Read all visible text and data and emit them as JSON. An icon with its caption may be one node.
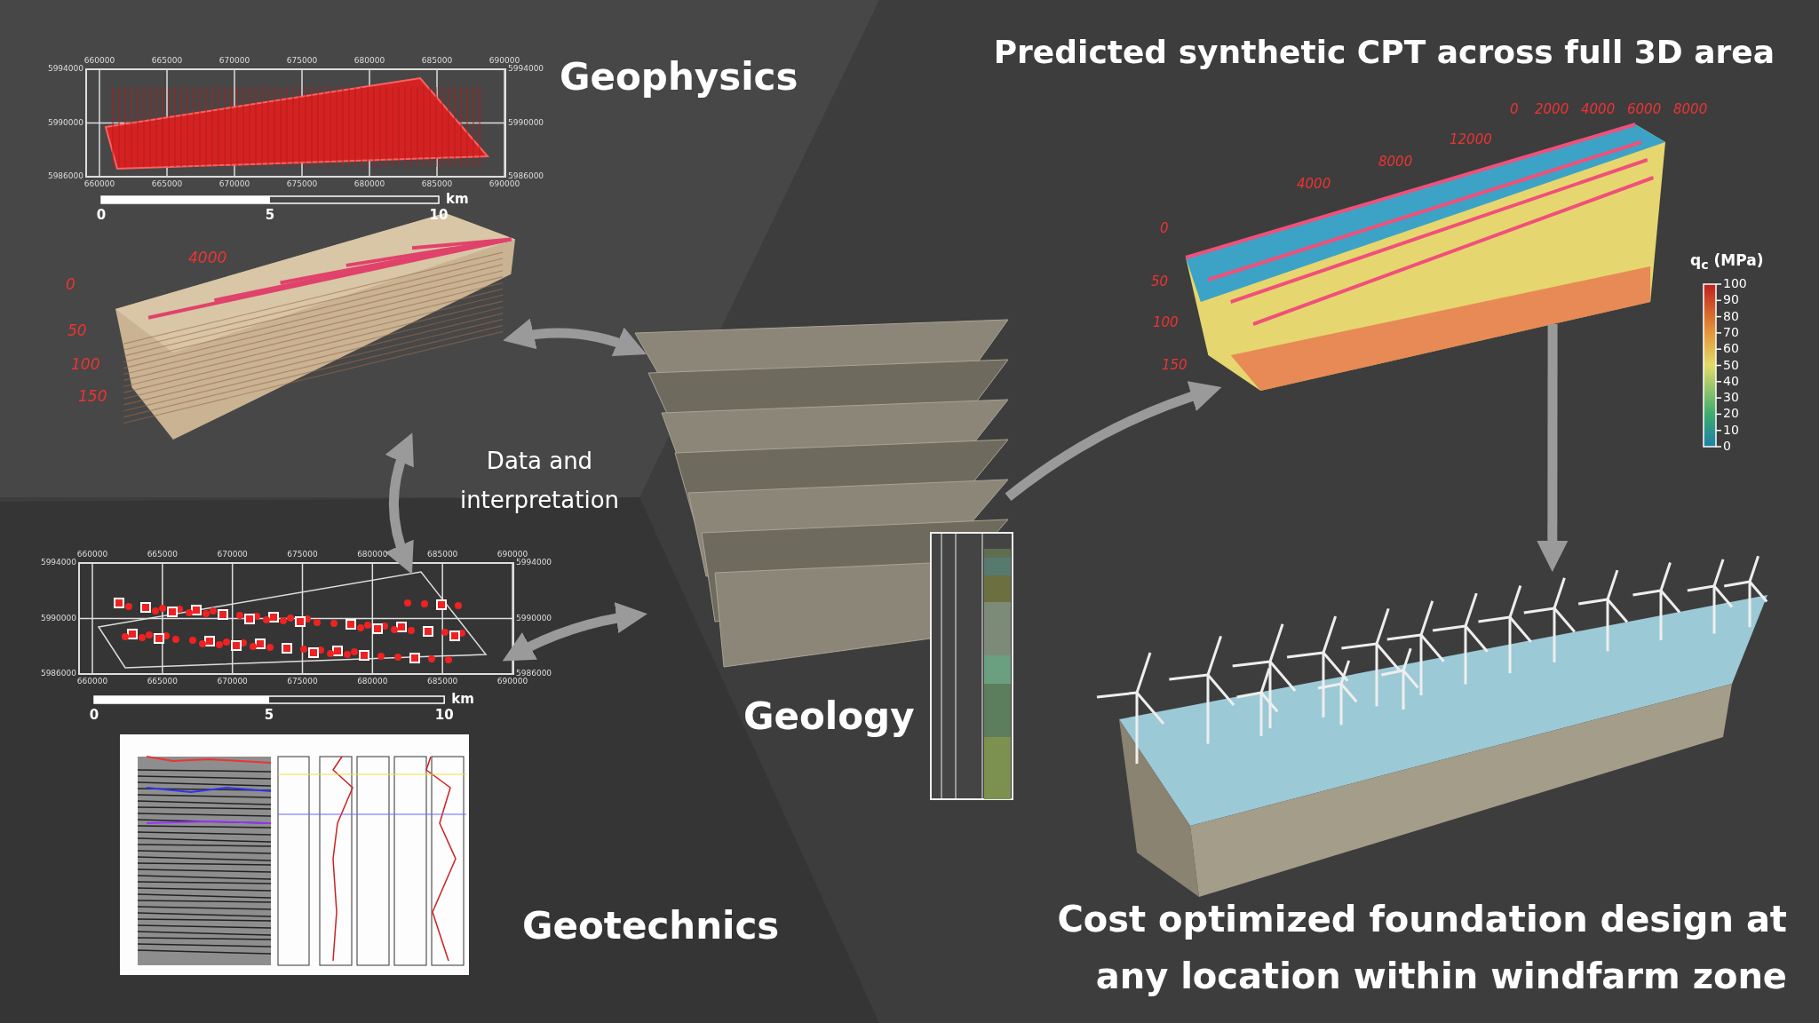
{
  "diagram": {
    "nodes": [
      {
        "text": [],
        "shape": "picture",
        "beside": [
          "Geophysics"
        ]
      },
      {
        "text": [],
        "shape": "picture"
      },
      {
        "text": [],
        "shape": "picture"
      },
      {
        "text": [],
        "shape": "picture",
        "beside": [
          "Geotechnics"
        ]
      },
      {
        "text": [],
        "shape": "picture",
        "beside": [
          "Geology"
        ]
      },
      {
        "text": [],
        "shape": "picture"
      },
      {
        "text": [],
        "shape": "picture",
        "beside": [
          "Predicted synthetic CPT across full 3D area"
        ]
      },
      {
        "text": [],
        "shape": "picture",
        "beside": [
          "Cost optimized foundation design at any location within windfarm zone"
        ]
      }
    ],
    "edges": [
      {
        "from": 1,
        "to": 4,
        "arrow": "both"
      },
      {
        "from": 1,
        "to": 2,
        "arrow": "both"
      },
      {
        "from": 2,
        "to": 4,
        "arrow": "both"
      },
      {
        "from": 4,
        "to": 6,
        "arrow": "to"
      },
      {
        "from": 6,
        "to": 7,
        "arrow": "to"
      }
    ],
    "labels": [
      "660000",
      "665000",
      "670000",
      "675000",
      "680000",
      "685000",
      "690000",
      "5994000",
      "5994000",
      "5990000",
      "5990000",
      "5986000",
      "5986000",
      "660000",
      "665000",
      "670000",
      "675000",
      "680000",
      "685000",
      "690000",
      "0",
      "5",
      "10",
      "km",
      "0",
      "4000",
      "50",
      "100",
      "150",
      "Data and interpretation",
      "660000",
      "665000",
      "670000",
      "675000",
      "680000",
      "685000",
      "690000",
      "5994000",
      "5994000",
      "5990000",
      "5990000",
      "5986000",
      "5986000",
      "660000",
      "665000",
      "670000",
      "675000",
      "680000",
      "685000",
      "690000",
      "0",
      "5",
      "10",
      "km",
      "0",
      "4000",
      "8000",
      "12000",
      "0",
      "2000",
      "4000",
      "6000",
      "8000",
      "50",
      "100",
      "150",
      "q$_{c}$ (MPa)",
      "100",
      "90",
      "80",
      "70",
      "60",
      "50",
      "40",
      "30",
      "20",
      "10",
      "0"
    ]
  }
}
